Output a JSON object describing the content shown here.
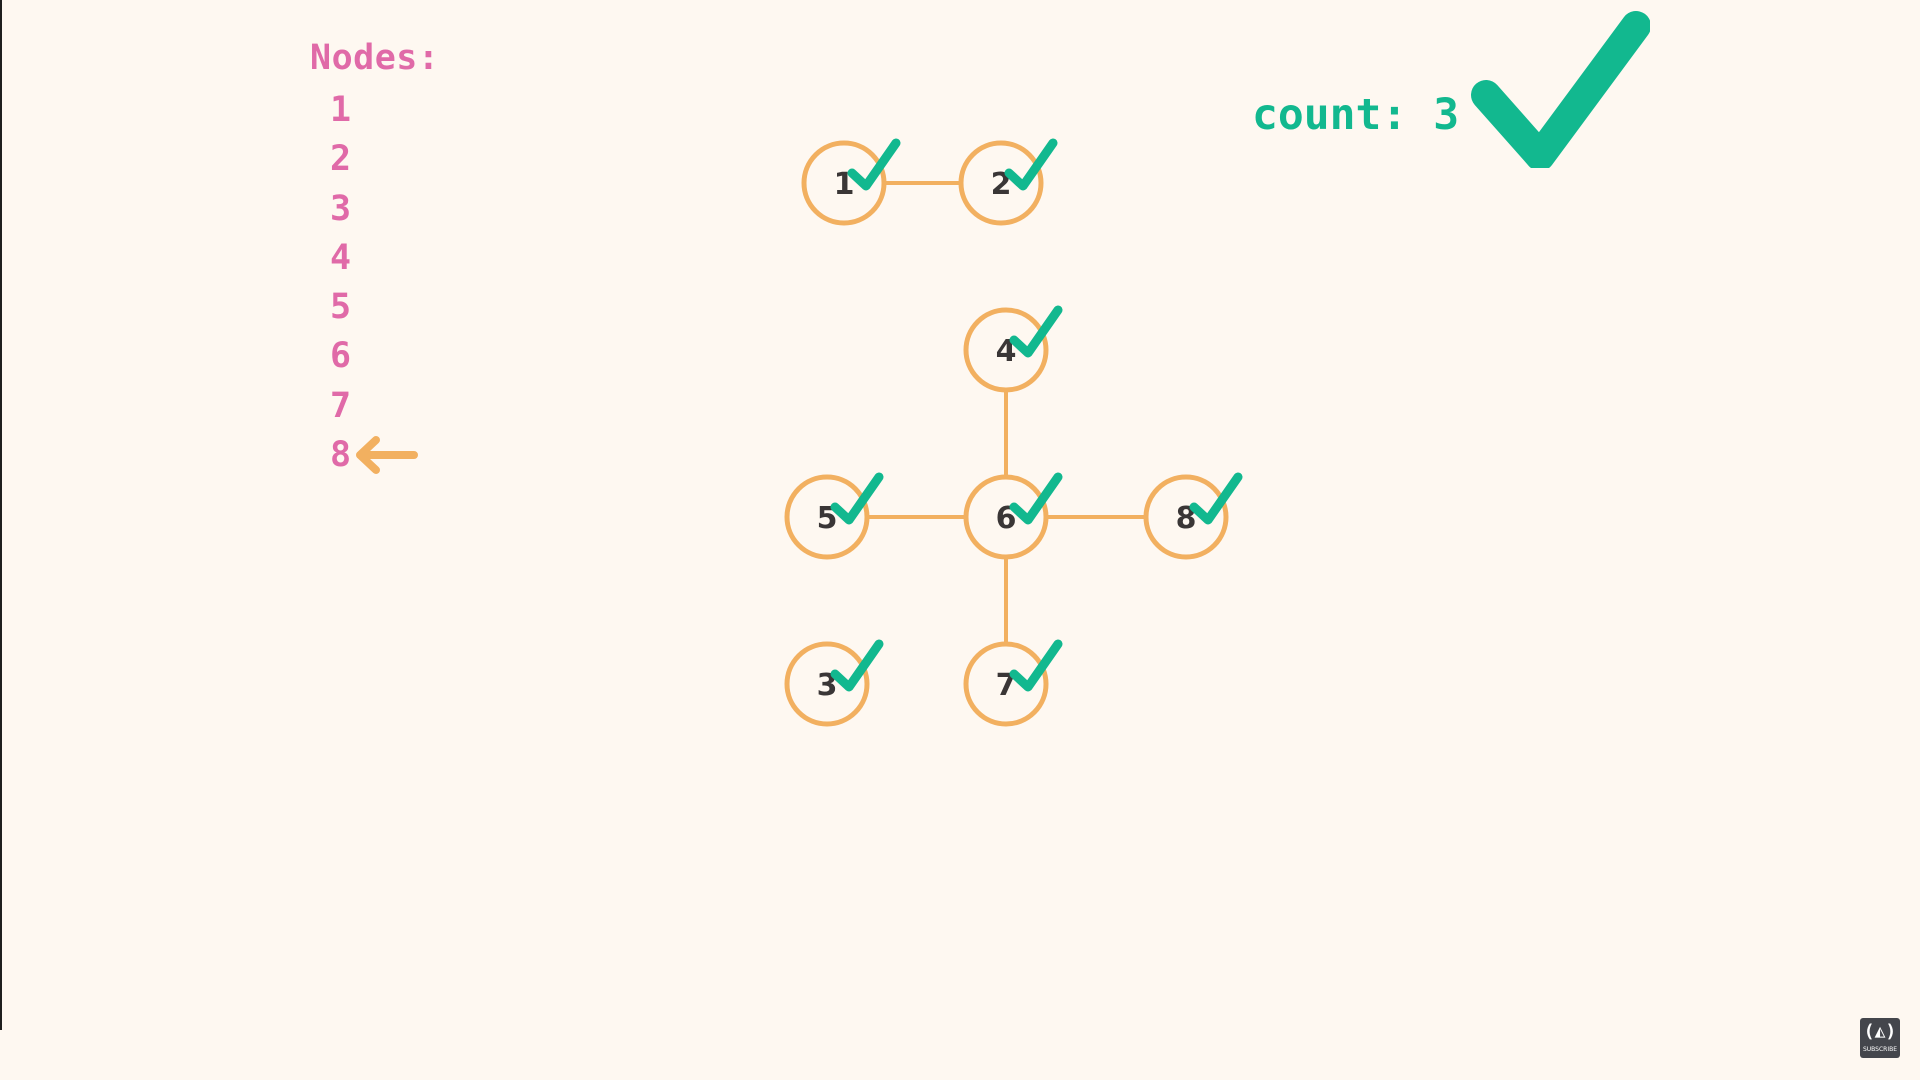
{
  "nodes_panel": {
    "heading": "Nodes:",
    "items": [
      "1",
      "2",
      "3",
      "4",
      "5",
      "6",
      "7",
      "8"
    ],
    "current_index": 7
  },
  "count": {
    "label": "count: 3"
  },
  "graph": {
    "nodes": [
      {
        "id": "1",
        "visited": true
      },
      {
        "id": "2",
        "visited": true
      },
      {
        "id": "4",
        "visited": true
      },
      {
        "id": "5",
        "visited": true
      },
      {
        "id": "6",
        "visited": true
      },
      {
        "id": "8",
        "visited": true
      },
      {
        "id": "3",
        "visited": true
      },
      {
        "id": "7",
        "visited": true
      }
    ],
    "edges": [
      [
        "1",
        "2"
      ],
      [
        "4",
        "6"
      ],
      [
        "5",
        "6"
      ],
      [
        "6",
        "8"
      ],
      [
        "6",
        "7"
      ]
    ]
  },
  "colors": {
    "node_stroke": "#f2b060",
    "check": "#12b88f",
    "list_text": "#e06aa8",
    "arrow": "#f2b060"
  },
  "logo": {
    "icon": "freecodecamp-logo-icon",
    "text": "SUBSCRIBE"
  }
}
